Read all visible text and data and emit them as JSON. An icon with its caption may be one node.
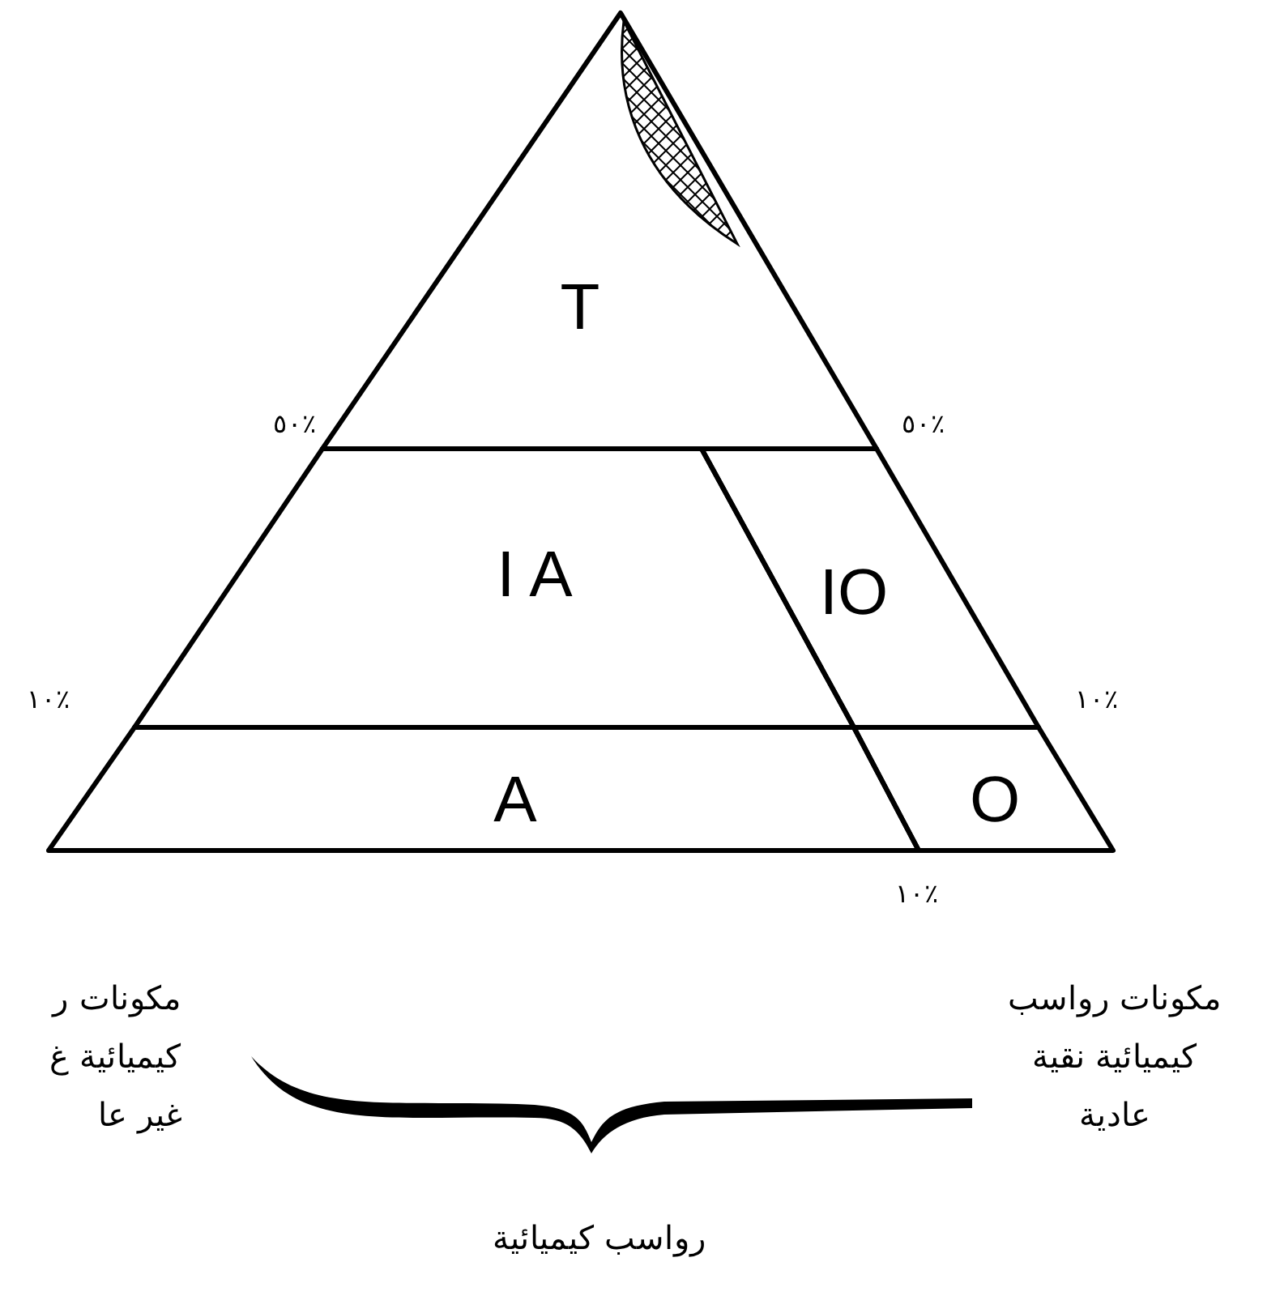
{
  "diagram": {
    "nodes": [
      {
        "text": [
          "T"
        ]
      },
      {
        "text": [
          "I A"
        ]
      },
      {
        "text": [
          "IO"
        ]
      },
      {
        "text": [
          "A"
        ]
      },
      {
        "text": [
          "O"
        ]
      },
      {
        "text": [],
        "shape": "lens",
        "in": 0
      },
      {
        "text": [],
        "shape": "brace"
      }
    ],
    "labels": [
      "٪٥٠",
      "٪٥٠",
      "٪١٠",
      "٪١٠",
      "٪١٠",
      "مكونات ر كيميائية غ غير عا",
      "مكونات رواسب كيميائية نقية عادية",
      "رواسب كيميائية"
    ]
  }
}
